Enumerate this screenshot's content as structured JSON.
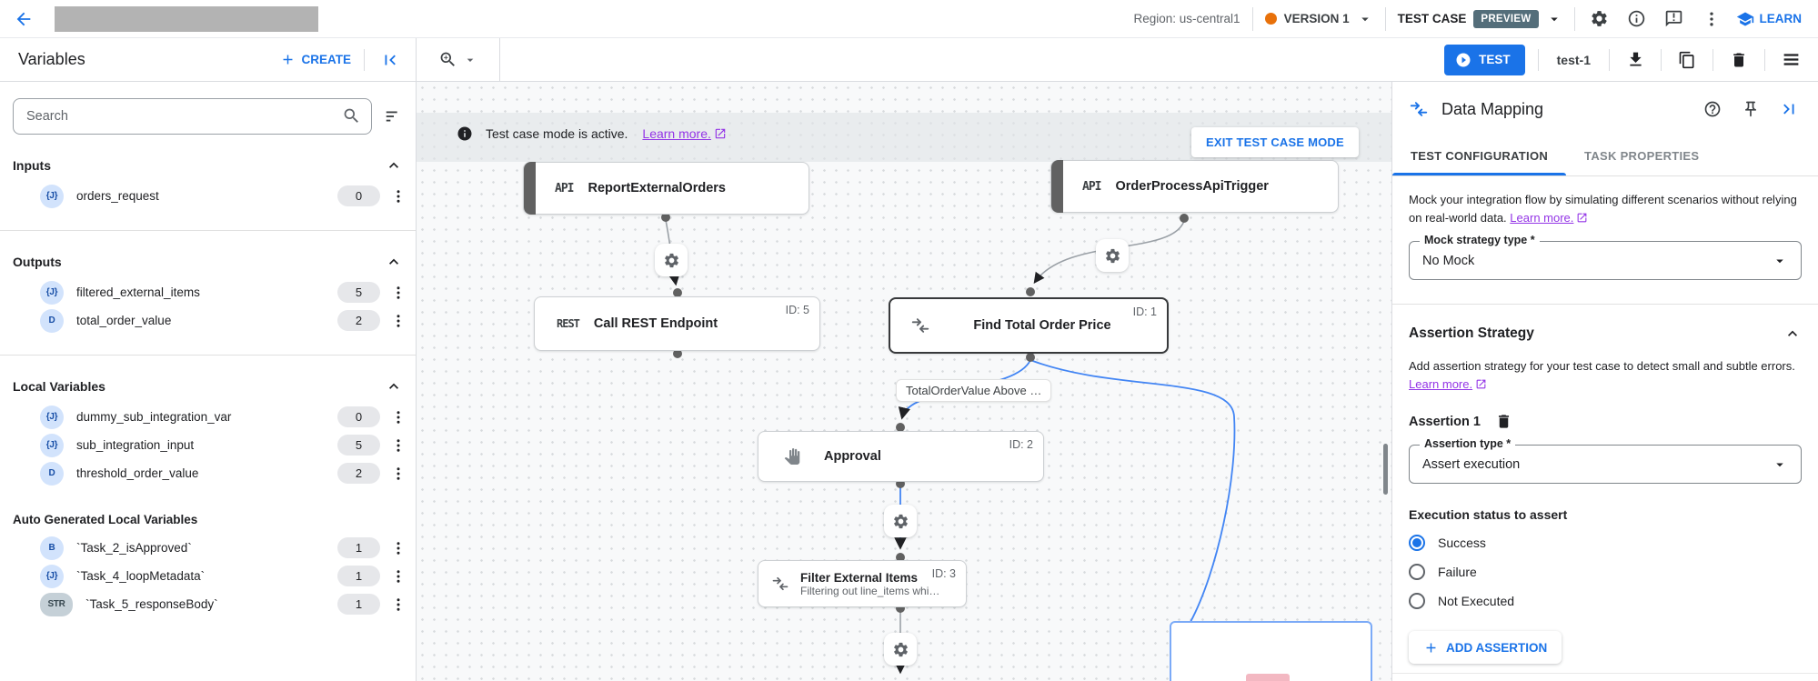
{
  "header": {
    "region": "Region: us-central1",
    "version": "VERSION 1",
    "test_case": "TEST CASE",
    "preview": "PREVIEW",
    "learn": "LEARN"
  },
  "toolbar": {
    "title": "Variables",
    "create": "CREATE",
    "test": "TEST",
    "test_name": "test-1"
  },
  "sidebar": {
    "search_placeholder": "Search",
    "sections": [
      {
        "title": "Inputs",
        "rows": [
          {
            "chip": "{J}",
            "name": "orders_request",
            "count": "0"
          }
        ]
      },
      {
        "title": "Outputs",
        "rows": [
          {
            "chip": "{J}",
            "name": "filtered_external_items",
            "count": "5"
          },
          {
            "chip": "D",
            "name": "total_order_value",
            "count": "2"
          }
        ]
      },
      {
        "title": "Local Variables",
        "rows": [
          {
            "chip": "{J}",
            "name": "dummy_sub_integration_var",
            "count": "0"
          },
          {
            "chip": "{J}",
            "name": "sub_integration_input",
            "count": "5"
          },
          {
            "chip": "D",
            "name": "threshold_order_value",
            "count": "2"
          }
        ]
      },
      {
        "title": "Auto Generated Local Variables",
        "rows": [
          {
            "chip": "B",
            "name": "`Task_2_isApproved`",
            "count": "1"
          },
          {
            "chip": "{J}",
            "name": "`Task_4_loopMetadata`",
            "count": "1"
          },
          {
            "chip": "STR",
            "name": "`Task_5_responseBody`",
            "count": "1"
          }
        ]
      }
    ]
  },
  "canvas": {
    "banner_text": "Test case mode is active.",
    "banner_link": "Learn more.",
    "exit_button": "EXIT TEST CASE MODE",
    "edge_label": "TotalOrderValue Above …",
    "nodes": {
      "report": {
        "badge": "API",
        "title": "ReportExternalOrders"
      },
      "trigger": {
        "badge": "API",
        "title": "OrderProcessApiTrigger"
      },
      "rest": {
        "badge": "REST",
        "title": "Call REST Endpoint",
        "id": "ID: 5"
      },
      "find": {
        "title": "Find Total Order Price",
        "id": "ID: 1"
      },
      "approval": {
        "title": "Approval",
        "id": "ID: 2"
      },
      "filter": {
        "title": "Filter External Items",
        "id": "ID: 3",
        "subtitle": "Filtering out line_items whi…"
      }
    }
  },
  "panel": {
    "title": "Data Mapping",
    "tabs": {
      "config": "TEST CONFIGURATION",
      "props": "TASK PROPERTIES"
    },
    "mock_text": "Mock your integration flow by simulating different scenarios without relying on real-world data.",
    "mock_link": "Learn more.",
    "mock_label": "Mock strategy type *",
    "mock_value": "No Mock",
    "assertion_title": "Assertion Strategy",
    "assertion_text": "Add assertion strategy for your test case to detect small and subtle errors.",
    "assertion_link": "Learn more.",
    "assertion_item": "Assertion 1",
    "type_label": "Assertion type *",
    "type_value": "Assert execution",
    "status_label": "Execution status to assert",
    "radio_success": "Success",
    "radio_failure": "Failure",
    "radio_not_executed": "Not Executed",
    "add_button": "ADD ASSERTION"
  },
  "colors": {
    "accent": "#1a73e8",
    "edge_blue": "#4285f4",
    "purple_link": "#9334e6",
    "preview_badge": "#546e7a",
    "version_dot": "#e8710a"
  }
}
